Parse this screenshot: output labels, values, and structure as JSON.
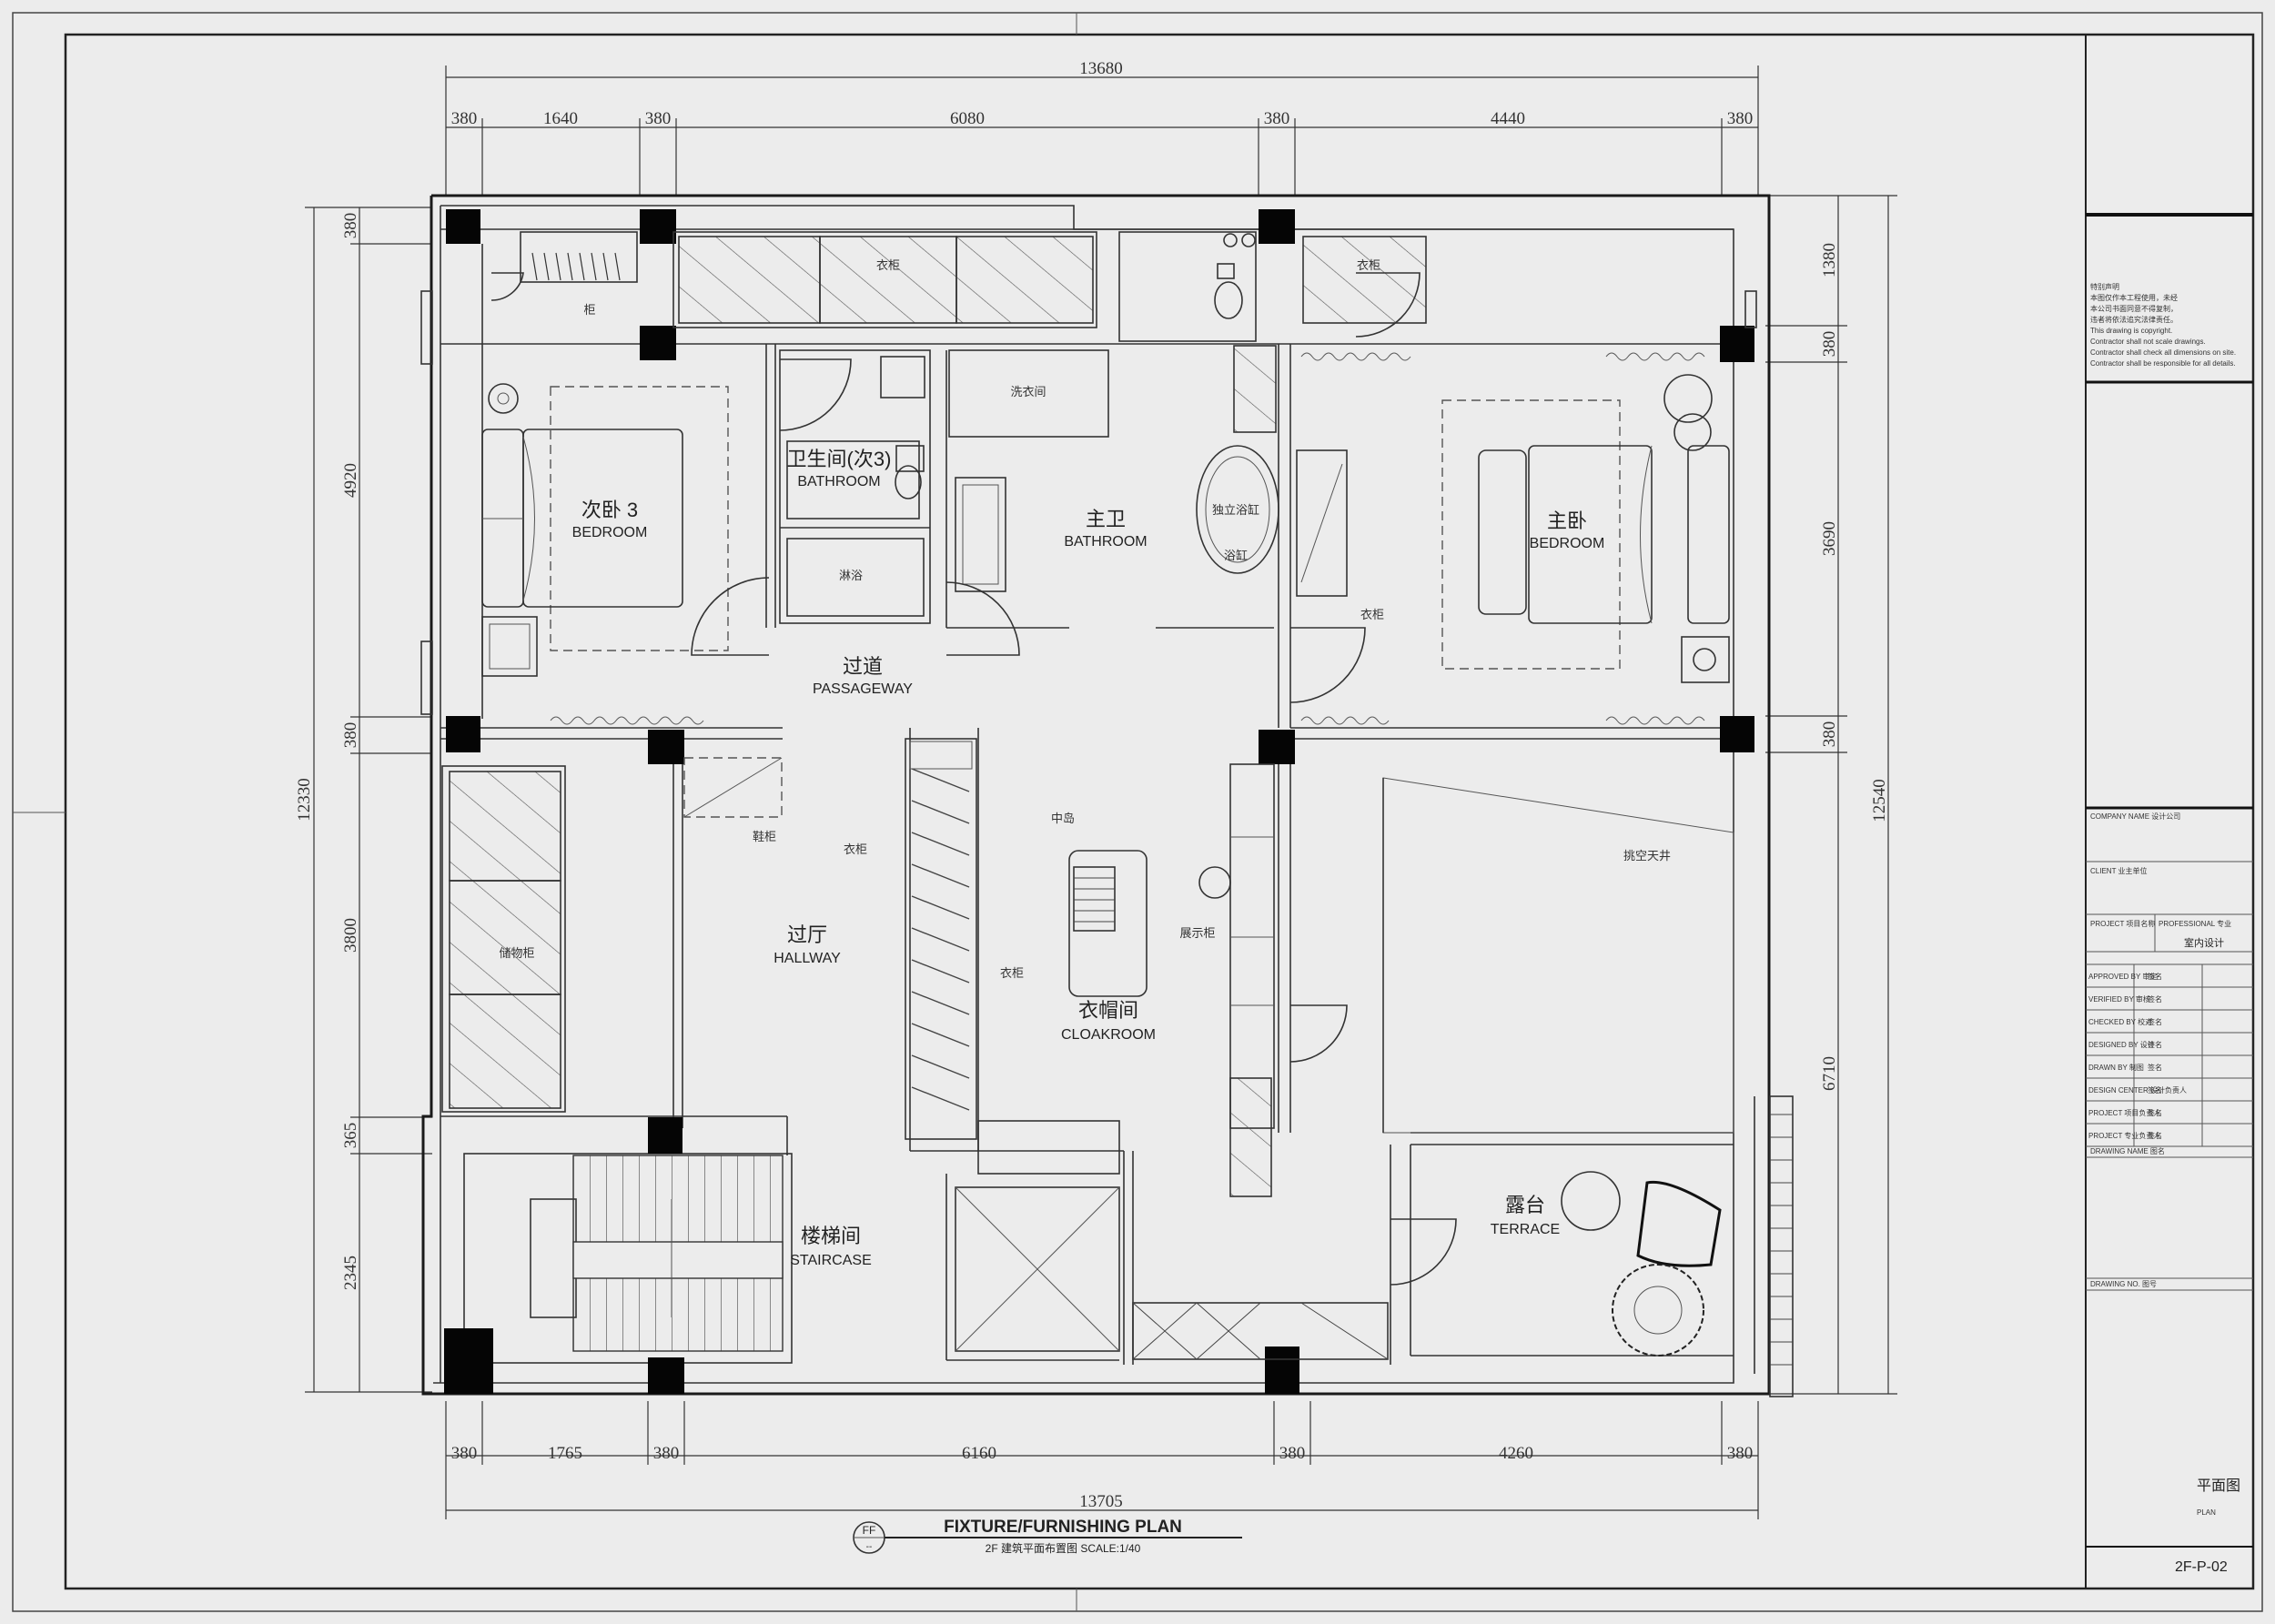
{
  "title": {
    "main": "FIXTURE/FURNISHING PLAN",
    "sub": "2F 建筑平面布置图   SCALE:1/40",
    "tag_top": "FF",
    "tag_bottom": "--"
  },
  "dimensions": {
    "top_total": "13680",
    "top_segments": [
      "380",
      "1640",
      "380",
      "6080",
      "380",
      "4440",
      "380"
    ],
    "bottom_total": "13705",
    "bottom_segments": [
      "380",
      "1765",
      "380",
      "6160",
      "380",
      "4260",
      "380"
    ],
    "left_total": "12330",
    "left_segments": [
      "380",
      "4920",
      "380",
      "3800",
      "365",
      "2345"
    ],
    "right_total": "12540",
    "right_segments": [
      "1380",
      "380",
      "3690",
      "380",
      "6710"
    ]
  },
  "rooms": {
    "bedroom3": {
      "cn": "次卧 3",
      "en": "BEDROOM"
    },
    "bathroom_small": {
      "cn": "卫生间(次3)",
      "en": "BATHROOM"
    },
    "master_bath": {
      "cn": "主卫",
      "en": "BATHROOM"
    },
    "master_bedroom": {
      "cn": "主卧",
      "en": "BEDROOM"
    },
    "passageway": {
      "cn": "过道",
      "en": "PASSAGEWAY"
    },
    "hallway": {
      "cn": "过厅",
      "en": "HALLWAY"
    },
    "cloakroom": {
      "cn": "衣帽间",
      "en": "CLOAKROOM"
    },
    "staircase": {
      "cn": "楼梯间",
      "en": "STAIRCASE"
    },
    "terrace": {
      "cn": "露台",
      "en": "TERRACE"
    }
  },
  "notes": {
    "shower": "淋浴",
    "bathtub": "浴缸",
    "bathtub_area": "独立浴缸",
    "laundry": "洗衣间",
    "wardrobe_left": "衣柜",
    "wardrobe_top": "衣柜",
    "wardrobe_right": "衣柜",
    "cabinet": "柜",
    "shoe_cabinet": "鞋柜",
    "cloak_cabinet": "衣柜",
    "island": "中岛",
    "display": "展示柜",
    "skylight": "挑空天井",
    "cabinet_hall": "储物柜",
    "hanger": "衣柜"
  },
  "title_block": {
    "notice": [
      "特别声明",
      "本图仅作本工程使用，未经",
      "本公司书面同意不得复制，",
      "违者将依法追究法律责任。",
      "This drawing is copyright.",
      "Contractor shall not scale drawings.",
      "Contractor shall check all dimensions on site.",
      "Contractor shall be responsible for all details."
    ],
    "company_label": "COMPANY NAME 设计公司",
    "client_label": "CLIENT 业主单位",
    "project_label": "PROJECT 项目名称",
    "professional_label": "PROFESSIONAL 专业",
    "professional_value": "室内设计",
    "rows": [
      {
        "label": "APPROVED BY 审定",
        "value": "签名"
      },
      {
        "label": "VERIFIED BY 审核",
        "value": "签名"
      },
      {
        "label": "CHECKED BY 校对",
        "value": "签名"
      },
      {
        "label": "DESIGNED BY 设计",
        "value": "签名"
      },
      {
        "label": "DRAWN BY 制图",
        "value": "签名"
      },
      {
        "label": "DESIGN CENTER 设计负责人",
        "value": "签名"
      },
      {
        "label": "PROJECT 项目负责人",
        "value": "签名"
      },
      {
        "label": "PROJECT 专业负责人",
        "value": "签名"
      }
    ],
    "drawing_name_label": "DRAWING NAME 图名",
    "drawing_no_label": "DRAWING NO. 图号",
    "plan_label": "平面图",
    "plan_sub": "PLAN",
    "drawing_no": "2F-P-02"
  }
}
